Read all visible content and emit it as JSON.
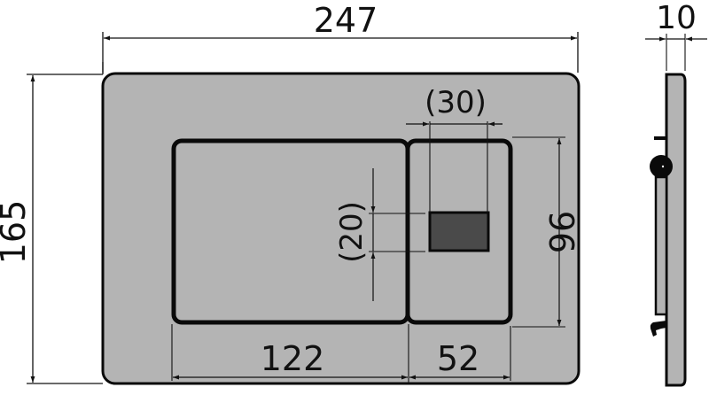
{
  "drawing": {
    "subject": "flush plate front and side view",
    "colors": {
      "plate_fill": "#b4b4b4",
      "outline": "#0a0a0a",
      "sensor_window": "#4a4a4a",
      "background": "#ffffff"
    },
    "dimensions": {
      "overall_width": "247",
      "overall_height": "165",
      "thickness": "10",
      "button_height": "96",
      "large_button_width": "122",
      "small_button_width": "52",
      "window_width": "(30)",
      "window_height": "(20)"
    }
  }
}
